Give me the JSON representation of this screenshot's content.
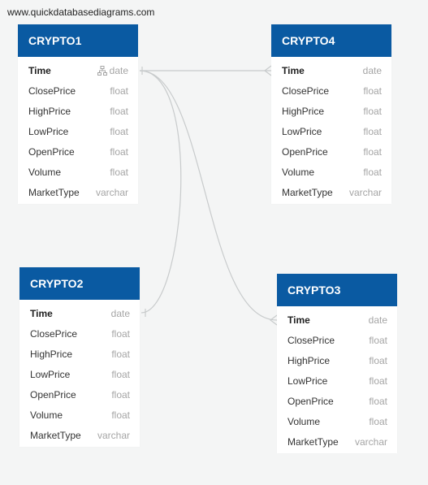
{
  "watermark": "www.quickdatabasediagrams.com",
  "colors": {
    "header": "#0a5aa2",
    "background": "#f4f5f5",
    "connector": "#c8cbcc",
    "type_text": "#a5a5a5"
  },
  "entities": [
    {
      "name": "CRYPTO1",
      "fields": [
        {
          "name": "Time",
          "type": "date",
          "pk": true,
          "icon": "relationship-icon"
        },
        {
          "name": "ClosePrice",
          "type": "float"
        },
        {
          "name": "HighPrice",
          "type": "float"
        },
        {
          "name": "LowPrice",
          "type": "float"
        },
        {
          "name": "OpenPrice",
          "type": "float"
        },
        {
          "name": "Volume",
          "type": "float"
        },
        {
          "name": "MarketType",
          "type": "varchar"
        }
      ]
    },
    {
      "name": "CRYPTO4",
      "fields": [
        {
          "name": "Time",
          "type": "date",
          "pk": true
        },
        {
          "name": "ClosePrice",
          "type": "float"
        },
        {
          "name": "HighPrice",
          "type": "float"
        },
        {
          "name": "LowPrice",
          "type": "float"
        },
        {
          "name": "OpenPrice",
          "type": "float"
        },
        {
          "name": "Volume",
          "type": "float"
        },
        {
          "name": "MarketType",
          "type": "varchar"
        }
      ]
    },
    {
      "name": "CRYPTO2",
      "fields": [
        {
          "name": "Time",
          "type": "date",
          "pk": true
        },
        {
          "name": "ClosePrice",
          "type": "float"
        },
        {
          "name": "HighPrice",
          "type": "float"
        },
        {
          "name": "LowPrice",
          "type": "float"
        },
        {
          "name": "OpenPrice",
          "type": "float"
        },
        {
          "name": "Volume",
          "type": "float"
        },
        {
          "name": "MarketType",
          "type": "varchar"
        }
      ]
    },
    {
      "name": "CRYPTO3",
      "fields": [
        {
          "name": "Time",
          "type": "date",
          "pk": true
        },
        {
          "name": "ClosePrice",
          "type": "float"
        },
        {
          "name": "HighPrice",
          "type": "float"
        },
        {
          "name": "LowPrice",
          "type": "float"
        },
        {
          "name": "OpenPrice",
          "type": "float"
        },
        {
          "name": "Volume",
          "type": "float"
        },
        {
          "name": "MarketType",
          "type": "varchar"
        }
      ]
    }
  ],
  "relationships": [
    {
      "from": "CRYPTO1.Time",
      "to": "CRYPTO4.Time",
      "cardinality": "one-to-many"
    },
    {
      "from": "CRYPTO1.Time",
      "to": "CRYPTO2.Time",
      "cardinality": "one-to-one"
    },
    {
      "from": "CRYPTO1.Time",
      "to": "CRYPTO3.Time",
      "cardinality": "one-to-many"
    }
  ]
}
